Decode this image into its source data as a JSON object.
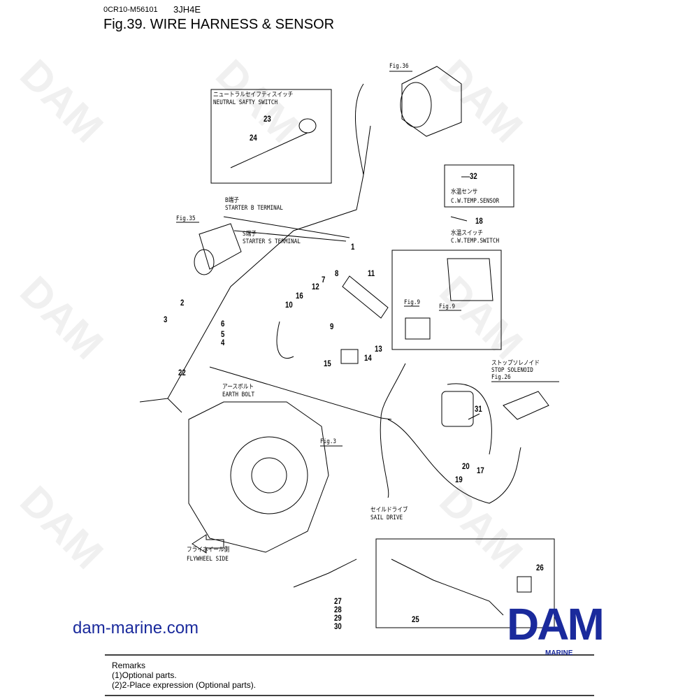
{
  "header": {
    "doc_code": "0CR10-M56101",
    "model": "3JH4E",
    "title": "Fig.39.  WIRE HARNESS & SENSOR"
  },
  "watermark": "DAM",
  "labels": {
    "fig36": "Fig.36",
    "fig35": "Fig.35",
    "fig9a": "Fig.9",
    "fig9b": "Fig.9",
    "fig3": "Fig.3",
    "fig26": "Fig.26",
    "neutral_jp": "ニュートラルセイフティスイッチ",
    "neutral_en": "NEUTRAL SAFTY SWITCH",
    "cw_sensor_jp": "水温センサ",
    "cw_sensor_en": "C.W.TEMP.SENSOR",
    "cw_switch_jp": "水温スイッチ",
    "cw_switch_en": "C.W.TEMP.SWITCH",
    "b_term_jp": "B端子",
    "b_term_en": "STARTER B TERMINAL",
    "s_term_jp": "S端子",
    "s_term_en": "STARTER S TERMINAL",
    "earth_jp": "アースボルト",
    "earth_en": "EARTH BOLT",
    "stop_jp": "ストップソレノイド",
    "stop_en": "STOP SOLENOID",
    "sail_jp": "セイルドライブ",
    "sail_en": "SAIL DRIVE",
    "fly_jp": "フライホイール側",
    "fly_en": "FLYWHEEL SIDE"
  },
  "callouts": [
    "1",
    "2",
    "3",
    "4",
    "5",
    "6",
    "7",
    "8",
    "9",
    "10",
    "11",
    "12",
    "13",
    "14",
    "15",
    "16",
    "17",
    "18",
    "19",
    "20",
    "22",
    "23",
    "24",
    "25",
    "26",
    "27",
    "28",
    "29",
    "30",
    "31",
    "32"
  ],
  "footer": {
    "website": "dam-marine.com",
    "logo": "DAM",
    "logo_sub": "MARINE",
    "remarks_title": "Remarks",
    "remark1": "(1)Optional parts.",
    "remark2": "(2)2-Place expression (Optional parts)."
  },
  "colors": {
    "brand_blue": "#1a2a9c",
    "line": "#000000"
  }
}
